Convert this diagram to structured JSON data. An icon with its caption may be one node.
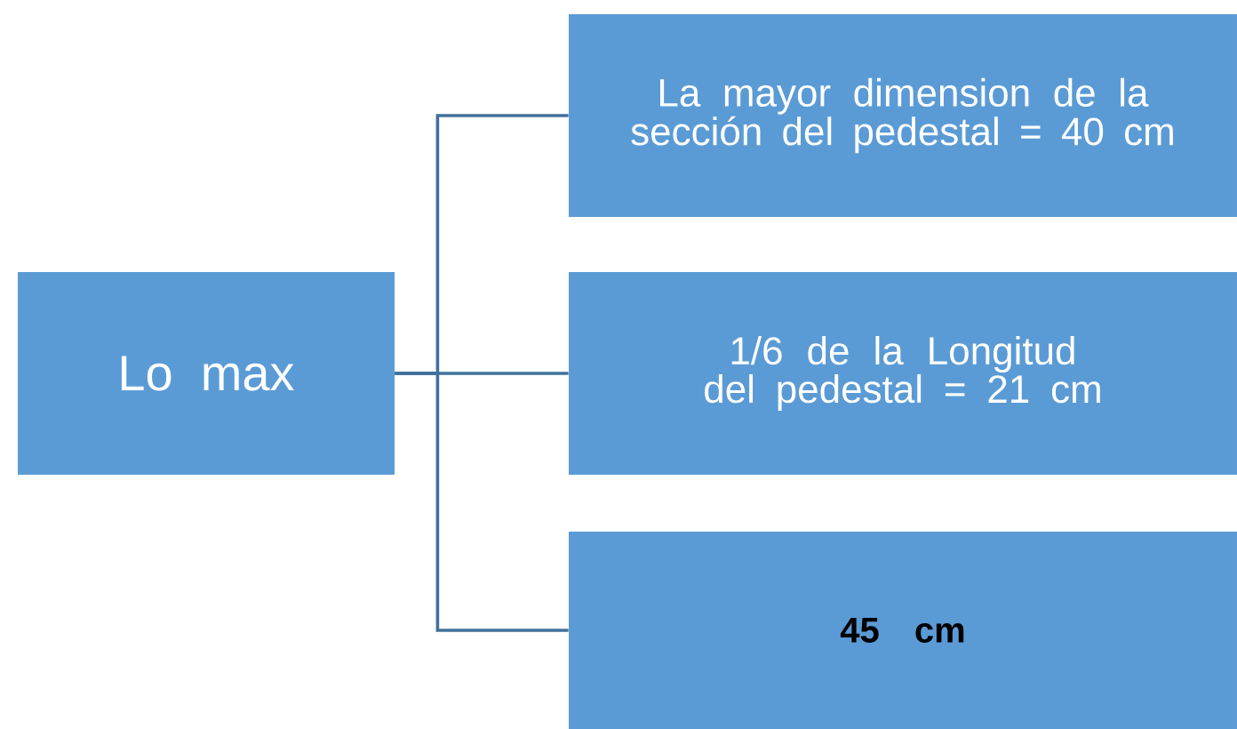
{
  "diagram": {
    "nodes": [
      {
        "text": [
          "Lo max"
        ]
      },
      {
        "text": [
          "La mayor dimension de la sección del pedestal = 40 cm"
        ]
      },
      {
        "text": [
          "1/6 de la Longitud del pedestal = 21 cm"
        ]
      },
      {
        "text": [
          "45 cm"
        ]
      }
    ],
    "edges": [
      {
        "from": 0,
        "to": 1,
        "arrow": "none"
      },
      {
        "from": 0,
        "to": 2,
        "arrow": "none"
      },
      {
        "from": 0,
        "to": 3,
        "arrow": "none"
      }
    ]
  }
}
